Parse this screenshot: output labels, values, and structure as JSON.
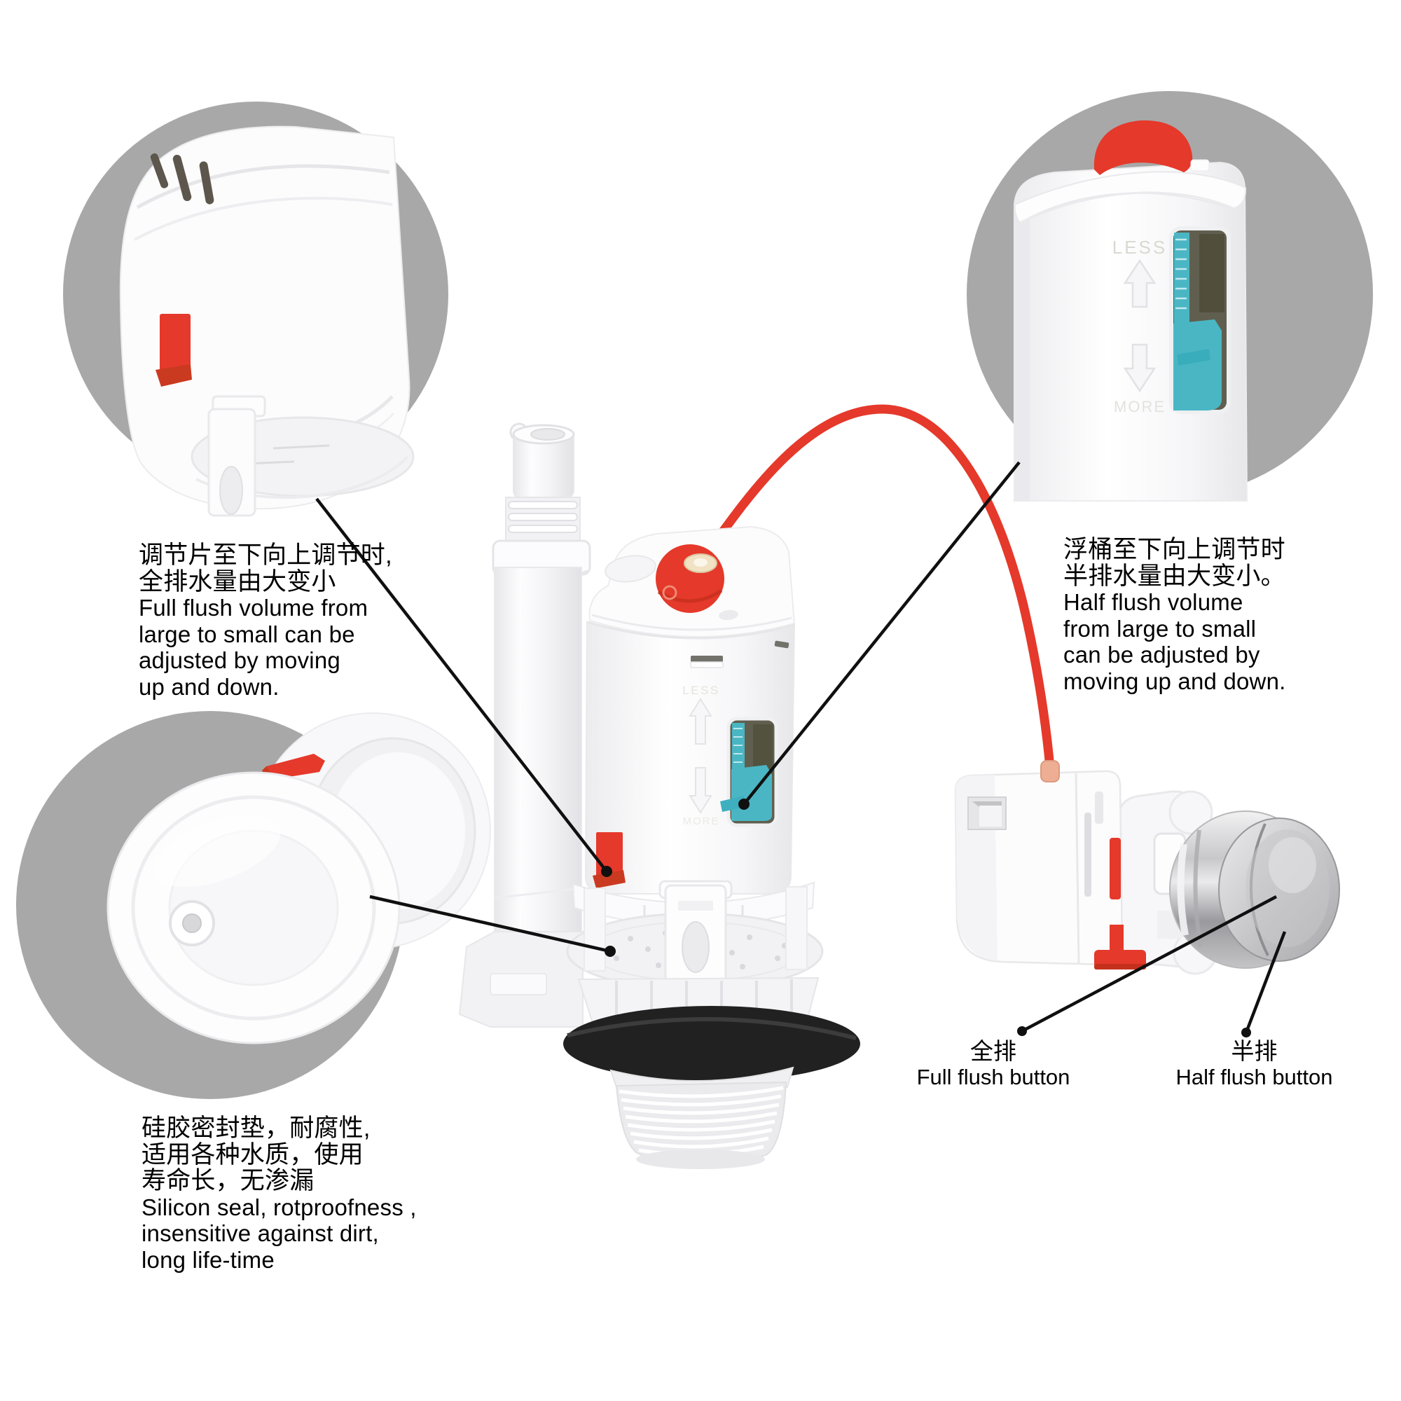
{
  "colors": {
    "circle_gray": "#a8a8a8",
    "accent_red": "#e5392b",
    "accent_red_dark": "#c93a20",
    "teal": "#4ab6c4",
    "gasket_black": "#212121",
    "line_black": "#101010",
    "slot_dark": "#5d564c",
    "window_dark": "#605f4f"
  },
  "annotations": {
    "full_flush_adjust": {
      "lines": [
        "调节片至下向上调节时,",
        "全排水量由大变小",
        "Full flush volume from",
        "large to small can be",
        "adjusted by moving",
        "up and down."
      ]
    },
    "half_flush_adjust": {
      "lines": [
        "浮桶至下向上调节时",
        "半排水量由大变小。",
        "Half flush volume",
        "from large to small",
        "can be adjusted by",
        "moving up and down."
      ]
    },
    "silicon_seal": {
      "lines": [
        "硅胶密封垫，耐腐性,",
        "适用各种水质，使用",
        "寿命长，无渗漏",
        "Silicon seal, rotproofness ,",
        "insensitive against dirt,",
        "long life-time"
      ]
    },
    "full_flush_button": {
      "zh": "全排",
      "en": "Full flush button"
    },
    "half_flush_button": {
      "zh": "半排",
      "en": "Half flush button"
    }
  },
  "product": {
    "molded_text": {
      "less": "LESS",
      "more": "MORE"
    }
  }
}
